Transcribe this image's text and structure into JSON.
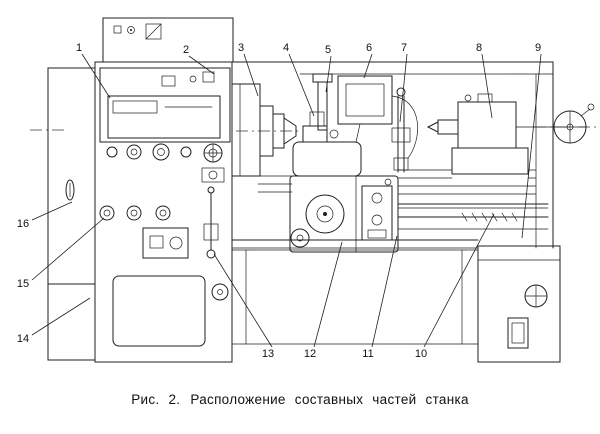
{
  "figure": {
    "caption_label": "Рис. 2.",
    "caption_text": "Расположение составных частей станка"
  },
  "callouts": [
    "1",
    "2",
    "3",
    "4",
    "5",
    "6",
    "7",
    "8",
    "9",
    "10",
    "11",
    "12",
    "13",
    "14",
    "15",
    "16"
  ],
  "colors": {
    "ink": "#1f1f1f",
    "background": "#ffffff"
  }
}
